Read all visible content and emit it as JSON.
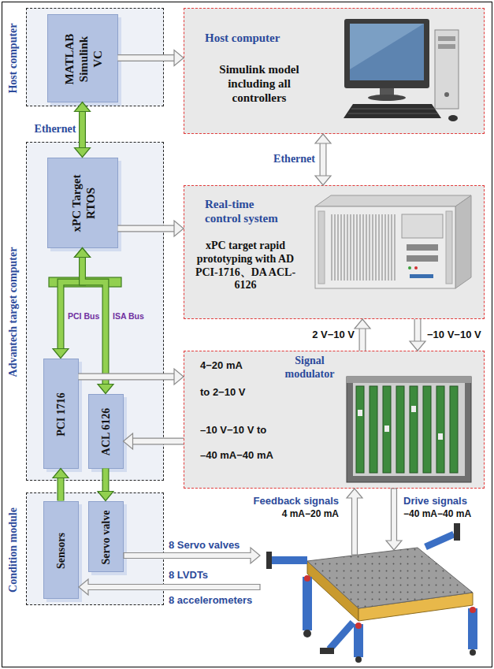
{
  "diagram": {
    "nodes": [
      {
        "text": [
          "Host computer"
        ]
      },
      {
        "text": [
          "MATLAB Simulink VC"
        ],
        "in": 0
      },
      {
        "text": [
          "Advantech target computer"
        ]
      },
      {
        "text": [
          "xPC Target RTOS"
        ],
        "in": 2
      },
      {
        "text": [
          "PCI 1716"
        ],
        "in": 2
      },
      {
        "text": [
          "ACL 6126"
        ],
        "in": 2
      },
      {
        "text": [
          "Condition module"
        ]
      },
      {
        "text": [
          "Sensors"
        ],
        "in": 6
      },
      {
        "text": [
          "Servo valve"
        ],
        "in": 6
      },
      {
        "text": [
          "Host computer",
          "Simulink model including all controllers"
        ]
      },
      {
        "text": [
          "Real-time control system",
          "xPC target rapid prototyping with AD PCI-1716、DA ACL-6126"
        ]
      },
      {
        "text": [
          "Signal modulator",
          "4−20 mA",
          "to 2−10 V",
          "–10 V−10 V to",
          "–40 mA−40 mA"
        ]
      }
    ],
    "edges": [
      {
        "from": 1,
        "to": 9,
        "arrow": "to"
      },
      {
        "from": 1,
        "to": 3,
        "arrow": "both",
        "label": "Ethernet"
      },
      {
        "from": 3,
        "to": 10,
        "arrow": "to"
      },
      {
        "from": 9,
        "to": 10,
        "arrow": "both",
        "label": "Ethernet"
      },
      {
        "from": 3,
        "to": 4,
        "arrow": "both"
      },
      {
        "from": 3,
        "to": 5,
        "arrow": "both"
      },
      {
        "from": 4,
        "to": 11,
        "arrow": "to"
      },
      {
        "from": 11,
        "to": 5,
        "arrow": "to"
      },
      {
        "from": 7,
        "to": 4,
        "arrow": "to"
      },
      {
        "from": 5,
        "to": 8,
        "arrow": "to"
      },
      {
        "from": 11,
        "to": 10,
        "arrow": "to",
        "label": "2 V−10 V"
      },
      {
        "from": 10,
        "to": 11,
        "arrow": "to",
        "label": "−10 V−10 V"
      }
    ],
    "labels": [
      "PCI Bus",
      "ISA Bus",
      "Feedback signals",
      "4 mA−20 mA",
      "Drive signals",
      "−40 mA−40 mA",
      "8 Servo valves",
      "8 LVDTs",
      "8 accelerometers"
    ]
  }
}
